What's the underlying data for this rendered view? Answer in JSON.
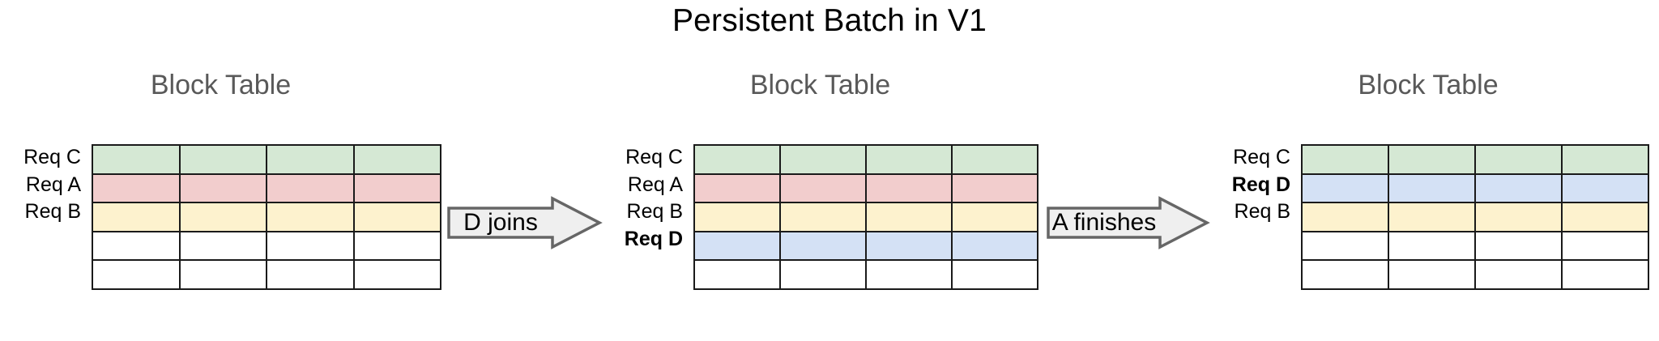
{
  "title": "Persistent Batch in V1",
  "colors": {
    "green": "#d5e8d4",
    "pink": "#f2cdcd",
    "yellow": "#fdf2ce",
    "blue": "#d4e1f5",
    "white": "#ffffff",
    "grid_line": "#1a1a1a",
    "heading_text": "#595959",
    "arrow_fill": "#efefef",
    "arrow_stroke": "#666666"
  },
  "stages": [
    {
      "heading": "Block Table",
      "columns": 4,
      "rows": [
        {
          "label": "Req C",
          "bold": false,
          "color": "#d5e8d4"
        },
        {
          "label": "Req A",
          "bold": false,
          "color": "#f2cdcd"
        },
        {
          "label": "Req B",
          "bold": false,
          "color": "#fdf2ce"
        },
        {
          "label": "",
          "bold": false,
          "color": "#ffffff"
        },
        {
          "label": "",
          "bold": false,
          "color": "#ffffff"
        }
      ]
    },
    {
      "heading": "Block Table",
      "columns": 4,
      "rows": [
        {
          "label": "Req C",
          "bold": false,
          "color": "#d5e8d4"
        },
        {
          "label": "Req A",
          "bold": false,
          "color": "#f2cdcd"
        },
        {
          "label": "Req B",
          "bold": false,
          "color": "#fdf2ce"
        },
        {
          "label": "Req D",
          "bold": true,
          "color": "#d4e1f5"
        },
        {
          "label": "",
          "bold": false,
          "color": "#ffffff"
        }
      ]
    },
    {
      "heading": "Block Table",
      "columns": 4,
      "rows": [
        {
          "label": "Req C",
          "bold": false,
          "color": "#d5e8d4"
        },
        {
          "label": "Req D",
          "bold": true,
          "color": "#d4e1f5"
        },
        {
          "label": "Req B",
          "bold": false,
          "color": "#fdf2ce"
        },
        {
          "label": "",
          "bold": false,
          "color": "#ffffff"
        },
        {
          "label": "",
          "bold": false,
          "color": "#ffffff"
        }
      ]
    }
  ],
  "transitions": [
    {
      "label": "D joins"
    },
    {
      "label": "A finishes"
    }
  ]
}
